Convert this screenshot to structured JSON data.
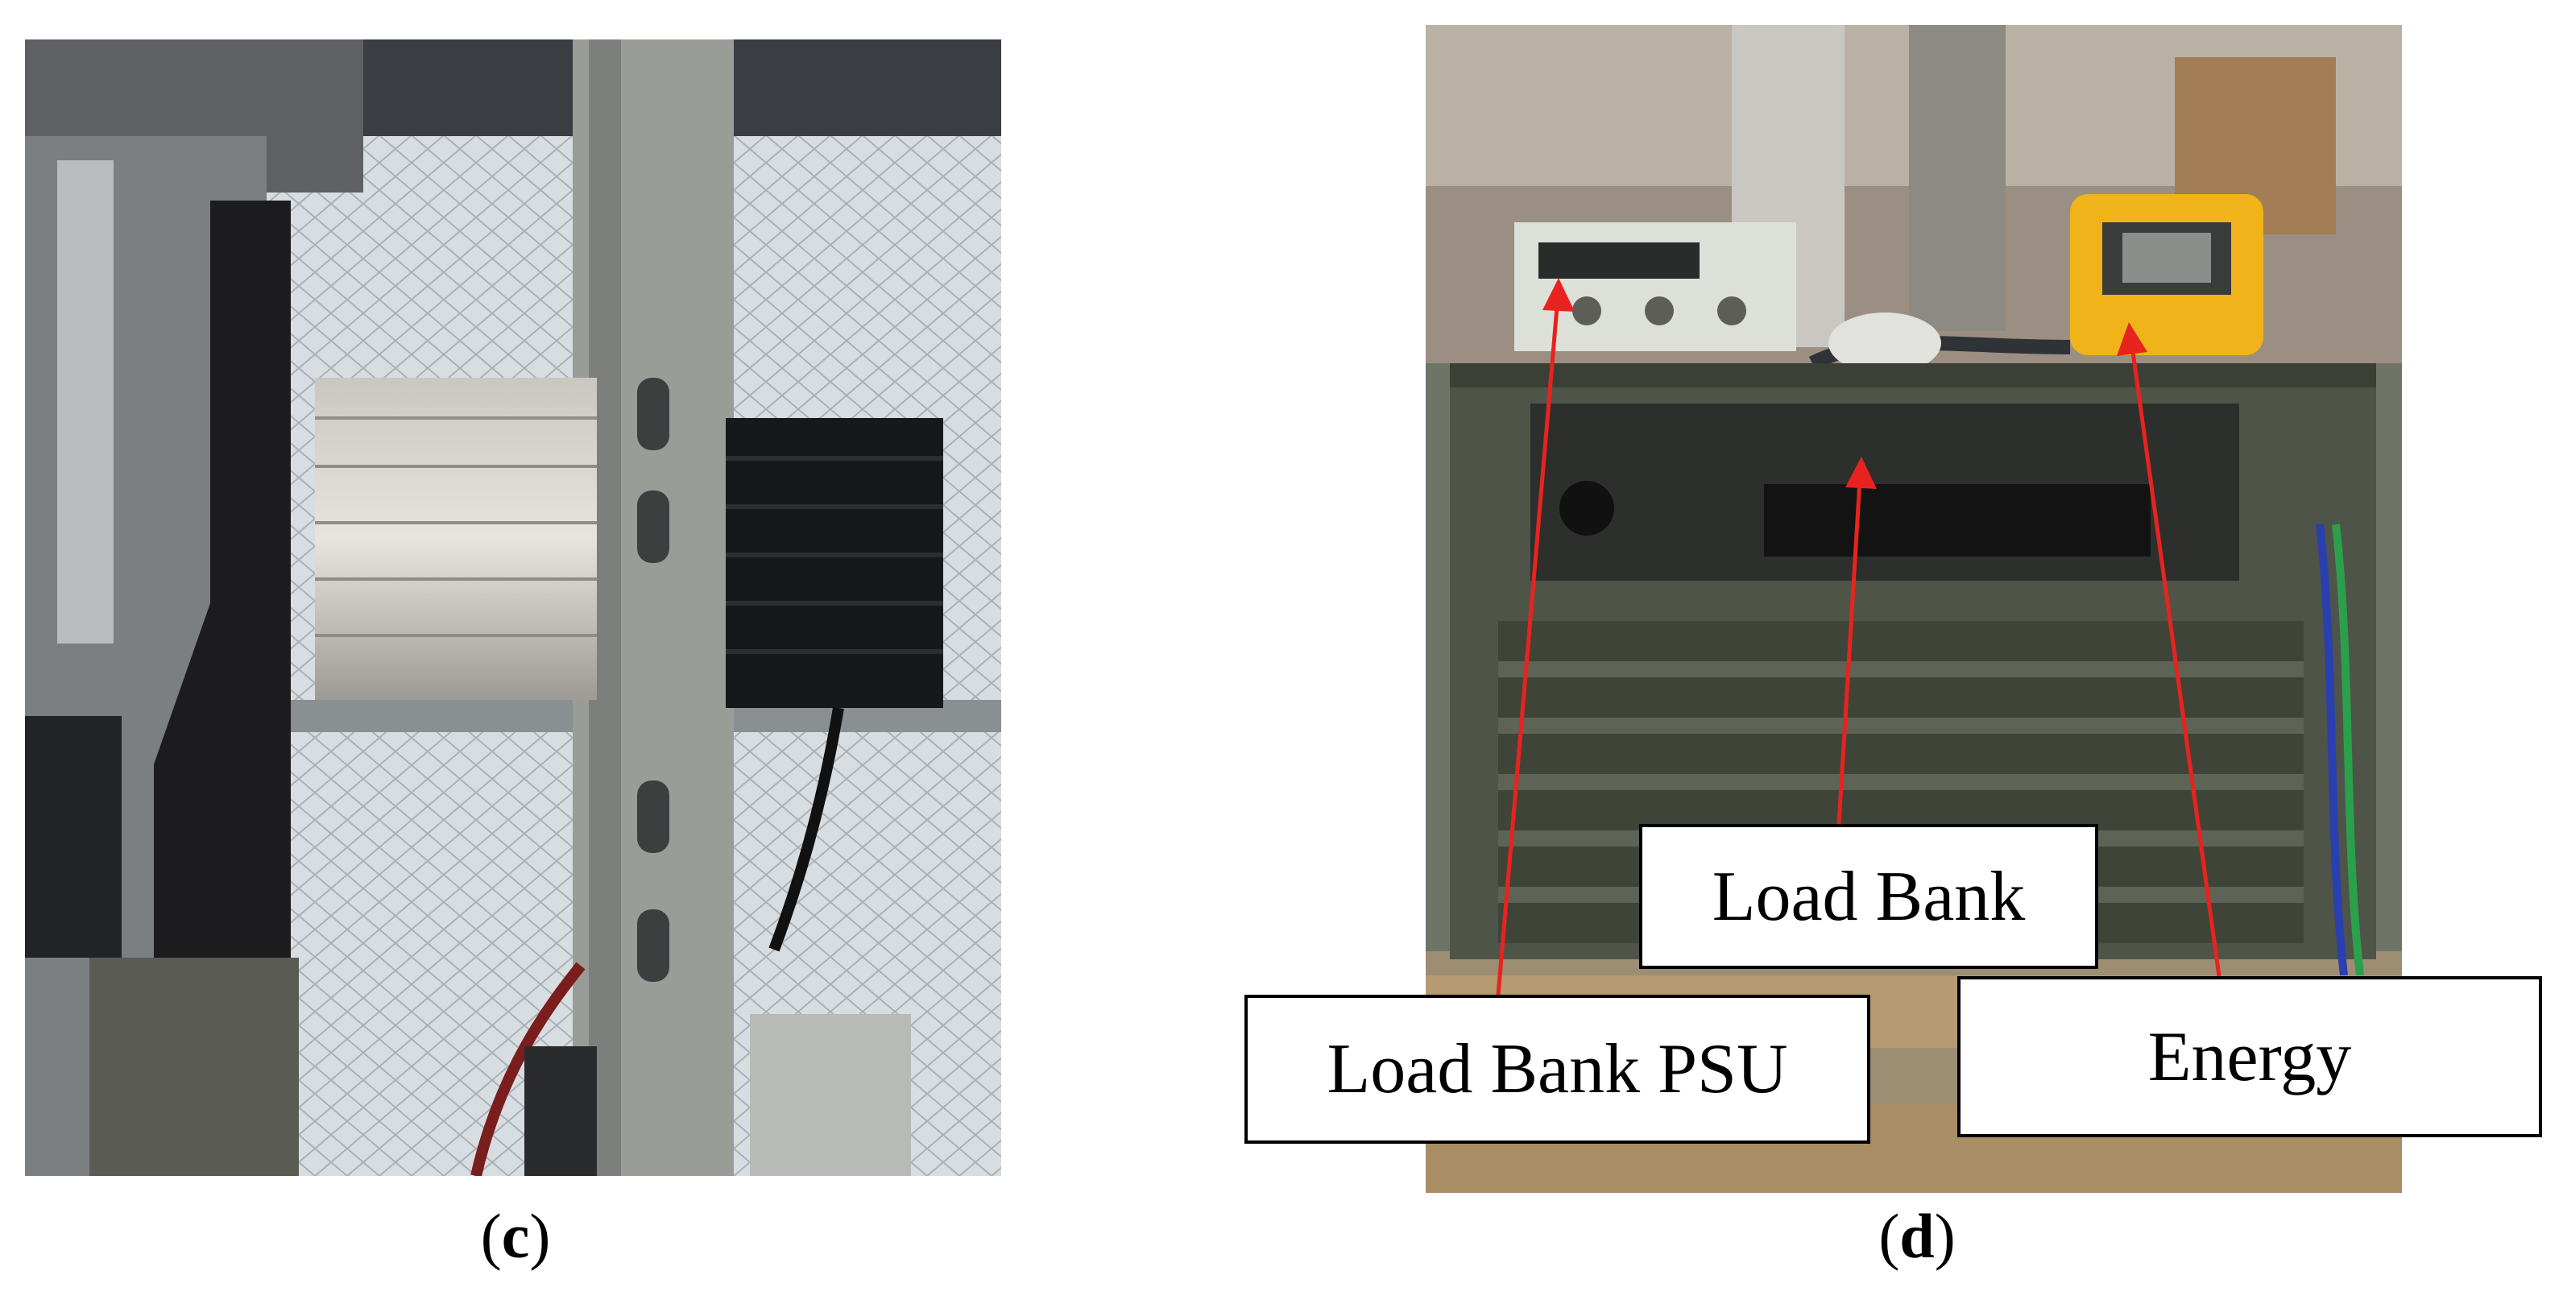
{
  "panels": {
    "c": {
      "caption_open": "(",
      "caption_letter": "c",
      "caption_close": ")"
    },
    "d": {
      "caption_open": "(",
      "caption_letter": "d",
      "caption_close": ")"
    }
  },
  "callouts": {
    "psu": "Load Bank PSU",
    "load_bank": "Load Bank",
    "energy": "Energy"
  },
  "colors": {
    "arrow": "#e8231f"
  }
}
